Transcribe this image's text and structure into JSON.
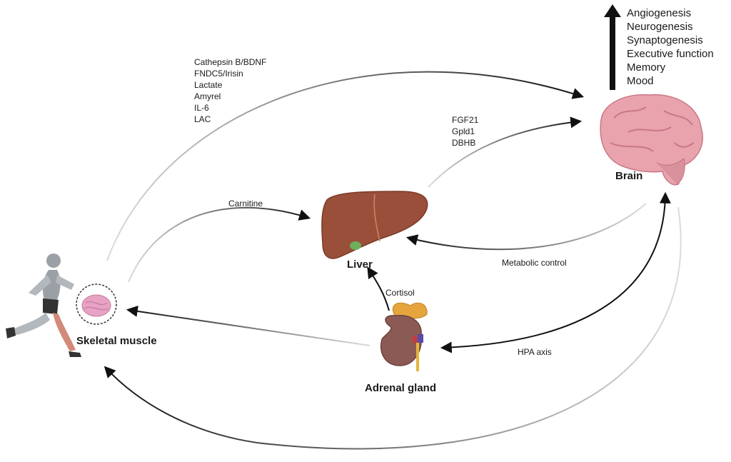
{
  "organs": {
    "brain": "Brain",
    "liver": "Liver",
    "muscle": "Skeletal muscle",
    "adrenal": "Adrenal gland"
  },
  "muscle_to_brain": [
    "Cathepsin B/BDNF",
    "FNDC5/Irisin",
    "Lactate",
    "Amyrel",
    "IL-6",
    "LAC"
  ],
  "liver_to_brain": [
    "FGF21",
    "Gpld1",
    "DBHB"
  ],
  "edges": {
    "carnitine": "Carnitine",
    "metabolic_control": "Metabolic control",
    "cortisol": "Cortisol",
    "hpa_axis": "HPA axis"
  },
  "brain_outcomes": [
    "Angiogenesis",
    "Neurogenesis",
    "Synaptogenesis",
    "Executive function",
    "Memory",
    "Mood"
  ],
  "colors": {
    "brain": "#e8a3ad",
    "liver": "#9a4f3a",
    "kidney": "#8c5a55",
    "gland": "#e5a53c",
    "muscle_tissue": "#e7a2c4",
    "arrow": "#111111",
    "skin": "#9aa0a6"
  }
}
